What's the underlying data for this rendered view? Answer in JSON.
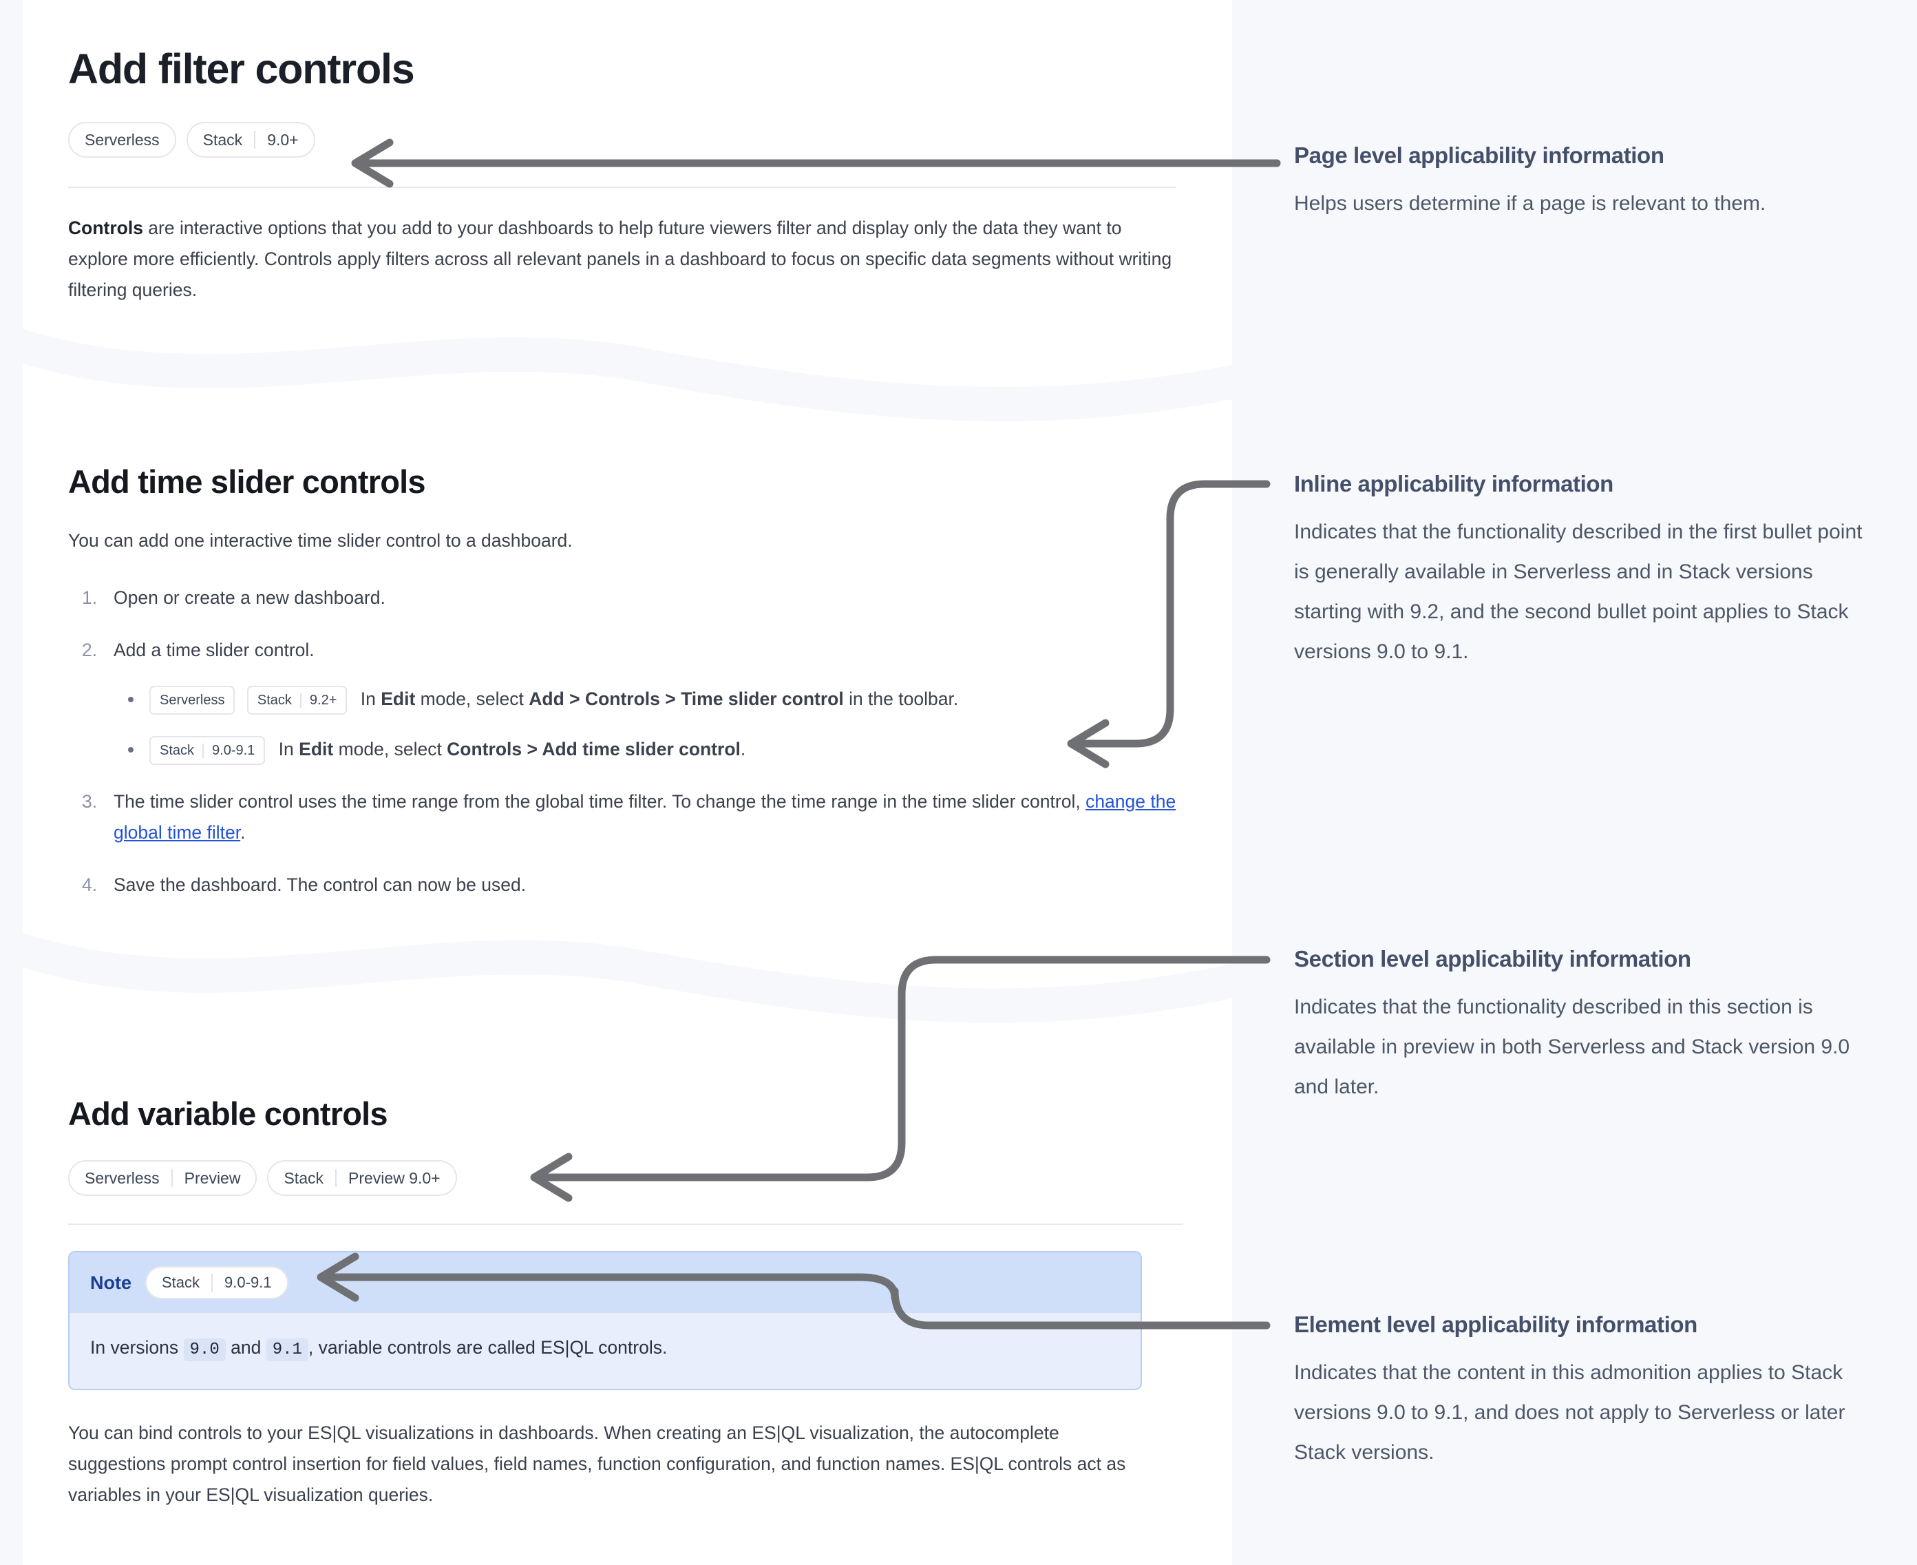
{
  "theme": {
    "page_background": "#f6f8fb",
    "panel_background": "#ffffff",
    "connector_color": "#6e7074",
    "link_color": "#2353d9",
    "note_border": "#b9cdf4",
    "note_header_bg": "#cfdffa",
    "note_body_bg": "#e8eefc",
    "annotation_title_color": "#44506a",
    "annotation_body_color": "#4d5768"
  },
  "page": {
    "title": "Add filter controls",
    "badges": [
      {
        "name": "serverless-badge",
        "parts": [
          "Serverless"
        ]
      },
      {
        "name": "stack-badge",
        "parts": [
          "Stack",
          "9.0+"
        ]
      }
    ],
    "intro": {
      "lead": "Controls",
      "rest": " are interactive options that you add to your dashboards to help future viewers filter and display only the data they want to explore more efficiently. Controls apply filters across all relevant panels in a dashboard to focus on specific data segments without writing filtering queries."
    }
  },
  "section_time_slider": {
    "heading": "Add time slider controls",
    "intro": "You can add one interactive time slider control to a dashboard.",
    "steps": [
      {
        "text": "Open or create a new dashboard."
      },
      {
        "text": "Add a time slider control.",
        "subs": [
          {
            "badges": [
              {
                "name": "serverless-badge",
                "parts": [
                  "Serverless"
                ]
              },
              {
                "name": "stack-badge",
                "parts": [
                  "Stack",
                  "9.2+"
                ]
              }
            ],
            "segments": [
              {
                "t": "In ",
                "b": false
              },
              {
                "t": "Edit",
                "b": true
              },
              {
                "t": " mode, select ",
                "b": false
              },
              {
                "t": "Add > Controls > Time slider control",
                "b": true
              },
              {
                "t": " in the toolbar.",
                "b": false
              }
            ]
          },
          {
            "badges": [
              {
                "name": "stack-badge",
                "parts": [
                  "Stack",
                  "9.0-9.1"
                ]
              }
            ],
            "segments": [
              {
                "t": "In ",
                "b": false
              },
              {
                "t": "Edit",
                "b": true
              },
              {
                "t": " mode, select ",
                "b": false
              },
              {
                "t": "Controls > Add time slider control",
                "b": true
              },
              {
                "t": ".",
                "b": false
              }
            ]
          }
        ]
      },
      {
        "text_before_link": "The time slider control uses the time range from the global time filter. To change the time range in the time slider control, ",
        "link_text": "change the global time filter",
        "text_after_link": "."
      },
      {
        "text": "Save the dashboard. The control can now be used."
      }
    ]
  },
  "section_variable": {
    "heading": "Add variable controls",
    "badges": [
      {
        "name": "serverless-preview-badge",
        "parts": [
          "Serverless",
          "Preview"
        ]
      },
      {
        "name": "stack-preview-badge",
        "parts": [
          "Stack",
          "Preview 9.0+"
        ]
      }
    ],
    "note": {
      "title": "Note",
      "badges": [
        {
          "name": "stack-badge",
          "parts": [
            "Stack",
            "9.0-9.1"
          ]
        }
      ],
      "body_segments": [
        {
          "t": "In versions ",
          "code": false
        },
        {
          "t": "9.0",
          "code": true
        },
        {
          "t": " and ",
          "code": false
        },
        {
          "t": "9.1",
          "code": true
        },
        {
          "t": ", variable controls are called ES|QL controls.",
          "code": false
        }
      ]
    },
    "paragraph": "You can bind controls to your ES|QL visualizations in dashboards. When creating an ES|QL visualization, the autocomplete suggestions prompt control insertion for field values, field names, function configuration, and function names. ES|QL controls act as variables in your ES|QL visualization queries."
  },
  "annotations": [
    {
      "name": "annotation-page-level",
      "title": "Page level applicability information",
      "body": "Helps users determine if a page is relevant to them."
    },
    {
      "name": "annotation-inline",
      "title": "Inline applicability information",
      "body": "Indicates that the functionality described in the first bullet point is generally available in Serverless and in Stack versions starting with 9.2, and the second bullet point applies to Stack versions 9.0 to 9.1."
    },
    {
      "name": "annotation-section-level",
      "title": "Section level applicability information",
      "body": "Indicates that the functionality described in this section is available in preview in both Serverless and Stack version 9.0 and later."
    },
    {
      "name": "annotation-element-level",
      "title": "Element level applicability information",
      "body": "Indicates that the content in this admonition applies to Stack versions 9.0 to 9.1, and does not apply to Serverless or later Stack versions."
    }
  ]
}
